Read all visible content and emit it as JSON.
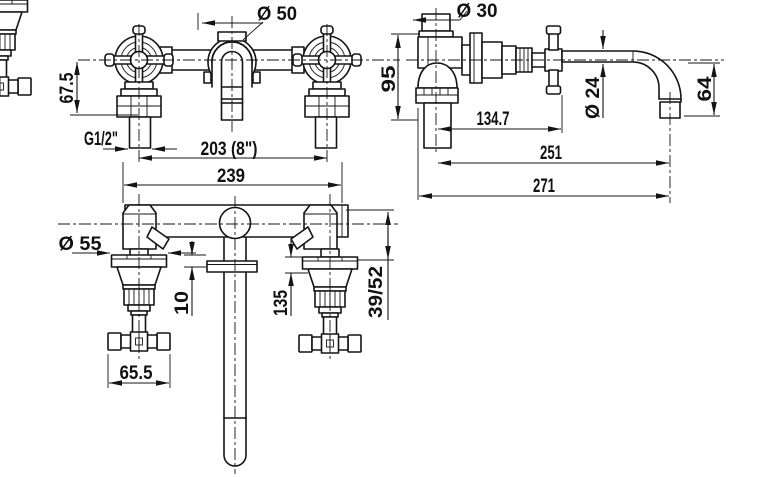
{
  "front_view": {
    "dia_escutcheon_label": "Ø 50",
    "height_offset_label": "67.5",
    "thread_label": "G1/2\"",
    "hole_centers_label": "203 (8\")",
    "overall_width_label": "239"
  },
  "side_view": {
    "dia_inlet_label": "Ø 30",
    "height_label": "95",
    "handle_depth_label": "134.7",
    "dia_spout_label": "Ø 24",
    "spout_drop_label": "64",
    "spout_reach_label": "251",
    "overall_depth_label": "271"
  },
  "plan_view": {
    "dia_escutcheon_label": "Ø 55",
    "flange_thickness_label": "10",
    "handle_depth_label": "135",
    "wall_adjust_label": "39/52",
    "handle_width_label": "65.5"
  }
}
